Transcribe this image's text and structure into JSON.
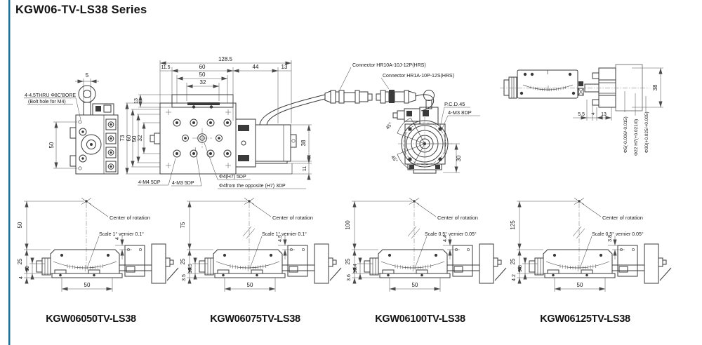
{
  "title": "KGW06-TV-LS38 Series",
  "colors": {
    "accent_rule": "#1e6f96",
    "line": "#3a3a3a",
    "text": "#1a1a1a"
  },
  "labels": {
    "center_of_rotation": "Center of rotation",
    "bore_note_1": "4-4.5THRU Φ8C'BORE",
    "bore_note_2": "(Bolt hole for M4)",
    "connector_1": "Connector HR10A-10J-12P(HRS)",
    "connector_2": "Connector HR1A-10P-12S(HRS)",
    "pcd": "P.C.D.45",
    "pcd_tap": "4-M3 8DP",
    "tap_m4": "4-M4 5DP",
    "tap_m3": "4-M3 5DP",
    "pilot_hole": "Φ4(H7) 5DP",
    "pilot_hole_opposite": "Φ4from the opposite (H7)  3DP"
  },
  "end_view": {
    "dim_knob": "5",
    "dim_height": "50"
  },
  "plan_view": {
    "dim_total": "128.5",
    "dim_a": "11.5",
    "dim_b": "60",
    "dim_c": "44",
    "dim_d": "13",
    "dim_e": "50",
    "dim_f": "32",
    "dim_left_top": "13",
    "dim_left_1": "73",
    "dim_left_2": "60",
    "dim_left_3": "50",
    "dim_left_4": "32",
    "dim_motor_h": "38",
    "dim_motor_base": "11"
  },
  "rotation_view": {
    "angle_up": "45°",
    "angle_down": "45°",
    "dim_center": "30"
  },
  "side_view": {
    "dim_a": "5.5",
    "dim_b": "4",
    "dim_c": "13",
    "dim_height": "38",
    "dia_1": "Φ5(-0.006/-0.015)",
    "dia_2": "Φ22 H7(+0.021/0)",
    "dia_3": "Φ30(+0.025/+0.005)"
  },
  "models": [
    {
      "caption": "KGW06050TV-LS38",
      "dim_height": "50",
      "dim_body": "25",
      "dim_base": "10",
      "dim_bottom": "4",
      "dim_right": "4",
      "dim_width": "50",
      "scale_note": "Scale 1°  vernier 0.1°"
    },
    {
      "caption": "KGW06075TV-LS38",
      "dim_height": "75",
      "dim_body": "25",
      "dim_base": "10.5",
      "dim_bottom": "3.5",
      "dim_right": "4.5",
      "dim_width": "50",
      "scale_note": "Scale 1°  vernier 0.1°"
    },
    {
      "caption": "KGW06100TV-LS38",
      "dim_height": "100",
      "dim_body": "25",
      "dim_base": "10.4",
      "dim_bottom": "3.6",
      "dim_right": "4.4",
      "dim_width": "50",
      "scale_note": "Scale 0.5°  vernier 0.05°"
    },
    {
      "caption": "KGW06125TV-LS38",
      "dim_height": "125",
      "dim_body": "25",
      "dim_base": "9.8",
      "dim_bottom": "4.2",
      "dim_right": "3.8",
      "dim_width": "50",
      "scale_note": "Scale 0.5°  vernier 0.05°"
    }
  ]
}
